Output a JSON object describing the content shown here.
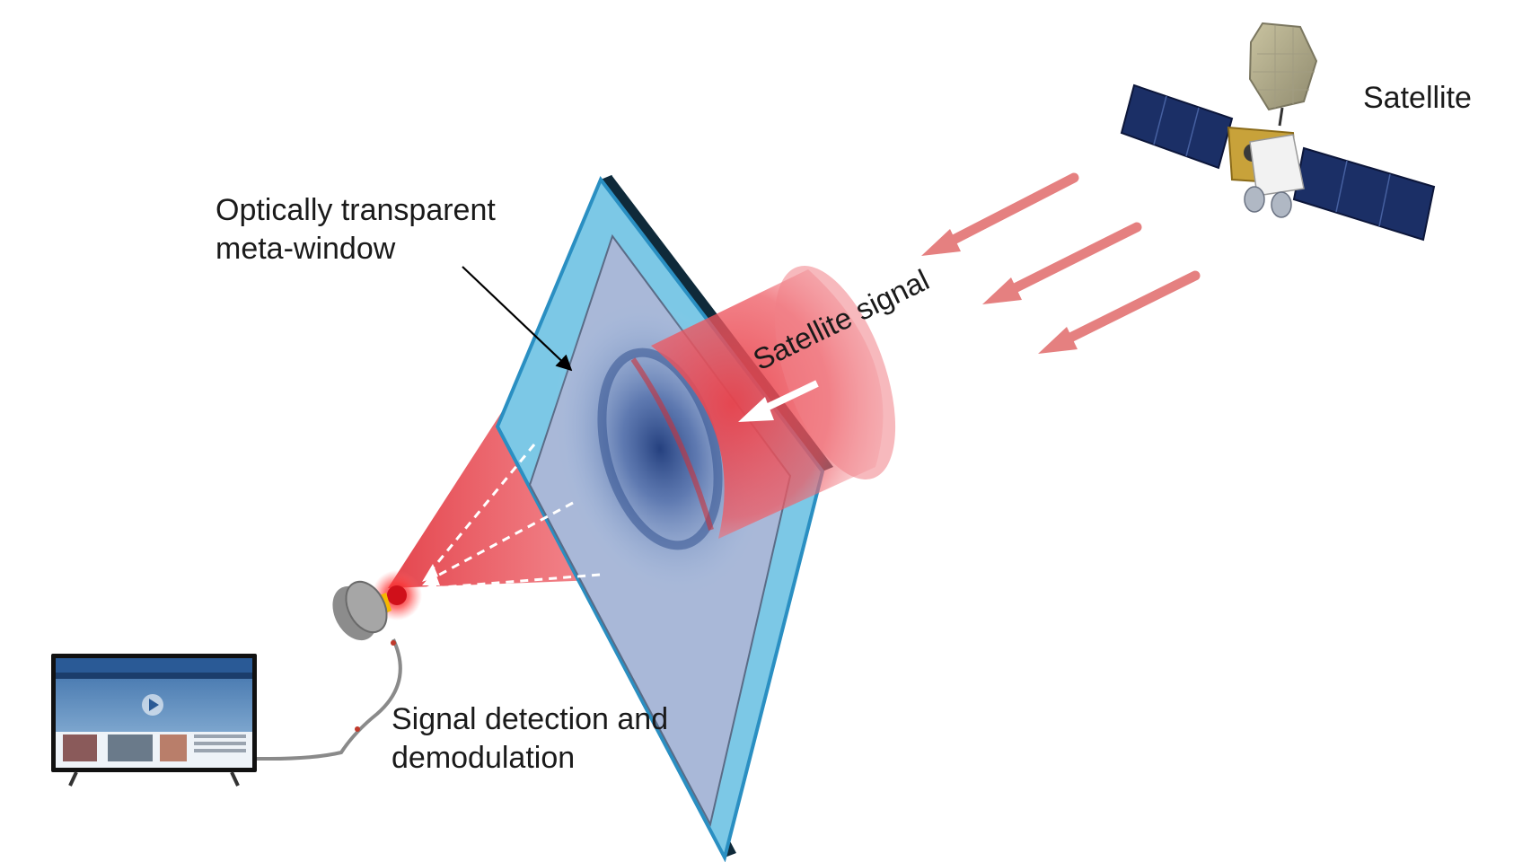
{
  "labels": {
    "meta_window_line1": "Optically transparent",
    "meta_window_line2": "meta-window",
    "satellite": "Satellite",
    "satellite_signal": "Satellite signal",
    "detection_line1": "Signal detection and",
    "detection_line2": "demodulation"
  },
  "colors": {
    "signal_red": "#e8414a",
    "arrow_pink": "#e58080",
    "glass_blue": "#7cc8e6",
    "glass_edge": "#2a8fc2",
    "frame_dark": "#0f2a3a",
    "solar_panel": "#1b2f66",
    "satellite_body": "#c8a23a"
  },
  "icons": [
    "satellite-icon",
    "receiver-horn-icon",
    "monitor-icon"
  ]
}
